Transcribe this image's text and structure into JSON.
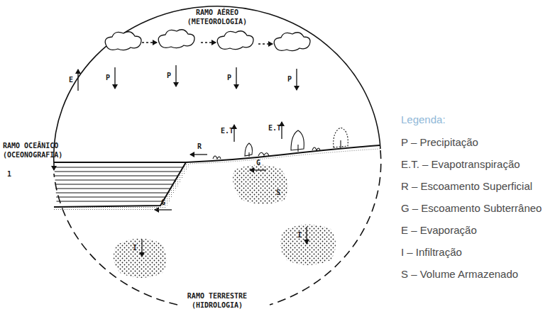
{
  "diagram": {
    "labels": [
      "RAMO AÉREO (METEOROLOGIA)",
      "P",
      "P",
      "P",
      "P",
      "E",
      "E.T",
      "E.T",
      "R",
      "G",
      "S",
      "G",
      "I",
      "I",
      "RAMO OCEÂNICO (OCEONOGRAFIA)",
      "1",
      "RAMO TERRESTRE (HIDROLOGIA)",
      "Legenda:"
    ],
    "legend": [
      {
        "text": "P – Precipitação"
      },
      {
        "text": "E.T. – Evapotranspiração"
      },
      {
        "text": "R – Escoamento Superficial"
      },
      {
        "text": "G – Escoamento Subterrâneo"
      },
      {
        "text": "E – Evaporação"
      },
      {
        "text": "I – Infiltração"
      },
      {
        "text": "S – Volume Armazenado"
      }
    ]
  }
}
